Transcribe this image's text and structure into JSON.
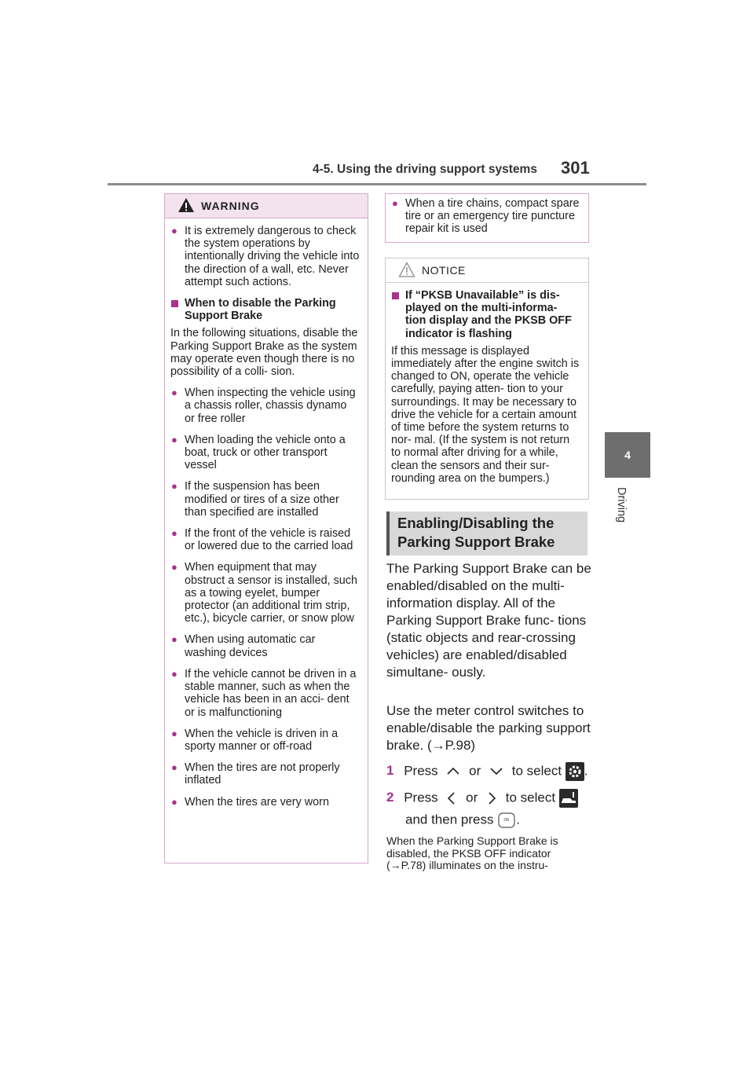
{
  "header": {
    "title": "4-5. Using the driving support systems",
    "page_number": "301"
  },
  "side_tab": {
    "number": "4",
    "label": "Driving"
  },
  "warning": {
    "heading": "WARNING",
    "b1": "It is extremely dangerous to check the system operations by intentionally driving the vehicle into the direction of a wall, etc. Never attempt such actions.",
    "sub": "When to disable the Parking Support Brake",
    "para": "In the following situations, disable the Parking Support Brake as the system may operate even though there is no possibility of a colli- sion.",
    "items": [
      "When inspecting the vehicle using a chassis roller, chassis dynamo or free roller",
      "When loading the vehicle onto a boat, truck or other transport vessel",
      "If the suspension has been modified or tires of a size other than specified are installed",
      "If the front of the vehicle is raised or lowered due to the carried load",
      "When equipment that may obstruct a sensor is installed, such as a towing eyelet, bumper protector (an additional trim strip, etc.), bicycle carrier, or snow plow",
      "When using automatic car washing devices",
      "If the vehicle cannot be driven in a stable manner, such as when the vehicle has been in an acci- dent or is malfunctioning",
      "When the vehicle is driven in a sporty manner or off-road",
      "When the tires are not properly inflated",
      "When the tires are very worn"
    ]
  },
  "warning_cont": {
    "item": "When a tire chains, compact spare tire or an emergency tire puncture repair kit is used"
  },
  "notice": {
    "heading": "NOTICE",
    "sub": "If “PKSB Unavailable” is dis- played on the multi-informa- tion display and the PKSB OFF indicator is flashing",
    "para": "If this message is displayed immediately after the engine switch is changed to ON, operate the vehicle carefully, paying atten- tion to your surroundings. It may be necessary to drive the vehicle for a certain amount of time before the system returns to nor- mal. (If the system is not return to normal after driving for a while, clean the sensors and their sur- rounding area on the bumpers.)"
  },
  "section": {
    "title_line1": "Enabling/Disabling the",
    "title_line2": "Parking Support Brake",
    "para1": "The Parking Support Brake can be enabled/disabled on the multi-information display. All of the Parking Support Brake func- tions (static objects and rear-crossing vehicles) are enabled/disabled simultane- ously.",
    "para2": "Use the meter control switches to enable/disable the parking support brake. (→P.98)",
    "step1": {
      "num": "1",
      "press": "Press",
      "or": "or",
      "select": "to select",
      "end": "."
    },
    "step2": {
      "num": "2",
      "press": "Press",
      "or": "or",
      "select": "to select",
      "then": "and then press",
      "end": "."
    },
    "note": "When the Parking Support Brake is disabled, the PKSB OFF indicator (→P.78) illuminates on the instru-"
  },
  "icons": [
    "warning-triangle-icon",
    "notice-triangle-icon",
    "chevron-up-icon",
    "chevron-down-icon",
    "chevron-left-icon",
    "chevron-right-icon",
    "gear-settings-icon",
    "vehicle-settings-icon",
    "ok-button-icon"
  ],
  "colors": {
    "accent": "#a8328e",
    "warning_head_bg": "#f3e3ef",
    "warning_border": "#d9a5cf",
    "section_bg": "#d8d8d8",
    "tab_bg": "#6e6e6e"
  }
}
